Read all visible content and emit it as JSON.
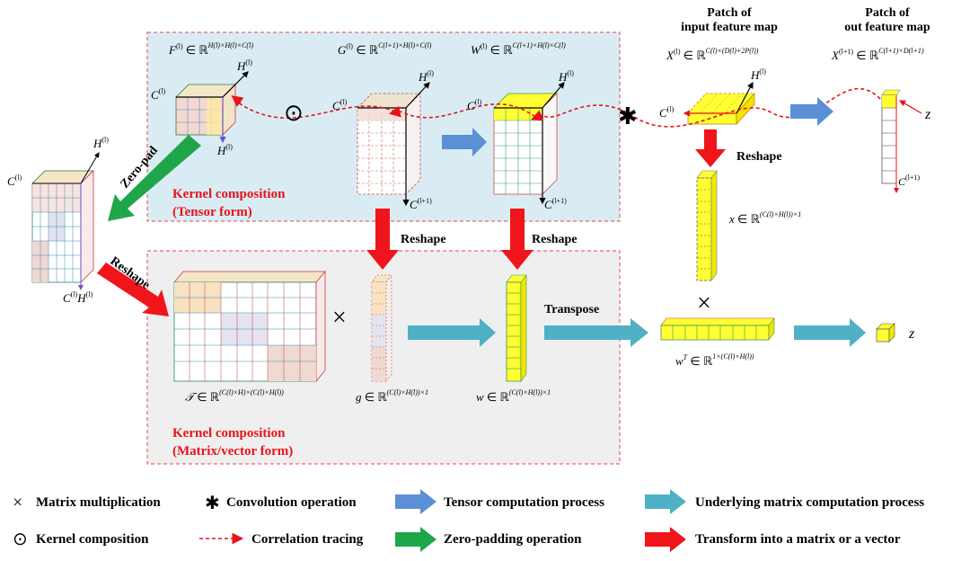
{
  "colors": {
    "tensor_panel": "#d9ecf3",
    "matrix_panel": "#efefef",
    "panel_border": "#e8444a",
    "blue_arrow": "#5b8fd6",
    "teal_arrow": "#4fb0c6",
    "green_arrow": "#1fa64a",
    "red_arrow": "#f0141b",
    "correlation": "#e8121b",
    "yellow": "#ffff33"
  },
  "labels": {
    "patch_input": "Patch of\ninput feature map",
    "patch_output": "Patch of\nout feature map",
    "kernel_tensor_line1": "Kernel composition",
    "kernel_tensor_line2": "(Tensor form)",
    "kernel_matrix_line1": "Kernel composition",
    "kernel_matrix_line2": "(Matrix/vector form)",
    "zero_pad": "Zero-pad",
    "reshape": "Reshape",
    "transpose": "Transpose",
    "z": "z"
  },
  "math": {
    "F": "F",
    "G": "G",
    "W": "W",
    "X": "X",
    "x": "x",
    "g": "g",
    "w": "w",
    "wT": "w",
    "Fcal": "𝒯",
    "C": "C",
    "H": "H",
    "sup_l": "(l)",
    "sup_l1": "(l+1)",
    "in_R": "∈ ℝ",
    "F_dims": "H(l)×H(l)×C(l)",
    "G_dims": "C(l+1)×H(l)×C(l)",
    "W_dims": "C(l+1)×H(l)×C(l)",
    "X_dims": "C(l)×(D(l)+2P(l))",
    "Xout_dims": "C(l+1)×D(l+1)",
    "x_dims": "(C(l)×H(l))×1",
    "g_dims": "(C(l)×H(l))×1",
    "w_dims": "(C(l)×H(l))×1",
    "wT_dims": "1×(C(l)×H(l))",
    "Fcal_dims": "(C(l)×H)×(C(l)×H(l))",
    "times": "×",
    "odot": "⊙",
    "conv": "✱"
  },
  "legend": [
    {
      "symbol": "×",
      "text": "Matrix multiplication"
    },
    {
      "symbol": "✱",
      "text": "Convolution operation"
    },
    {
      "swatch": "blue_arrow",
      "text": "Tensor computation process"
    },
    {
      "swatch": "teal_arrow",
      "text": "Underlying matrix computation process"
    },
    {
      "symbol": "⊙",
      "text": "Kernel composition"
    },
    {
      "line": "correlation",
      "text": "Correlation tracing"
    },
    {
      "swatch": "green_arrow",
      "text": "Zero-padding operation"
    },
    {
      "swatch": "red_arrow",
      "text": "Transform into a matrix or a vector"
    }
  ]
}
